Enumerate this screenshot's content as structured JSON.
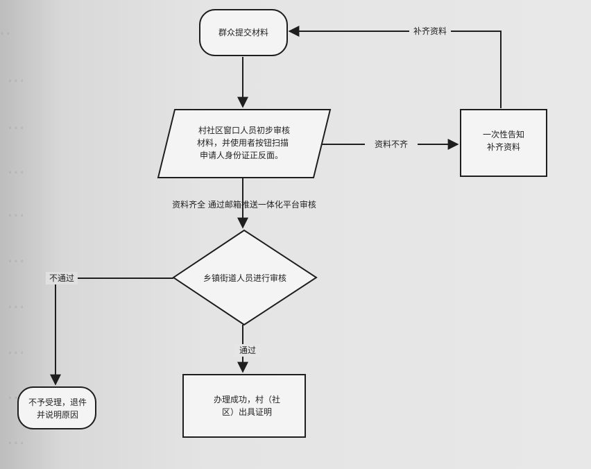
{
  "background_text": [
    "…",
    "…",
    "…",
    "…",
    "…",
    "…",
    "…",
    "…",
    "…",
    "…"
  ],
  "nodes": {
    "start": [
      "群众提交材料"
    ],
    "review": [
      "村社区窗口人员初步审核",
      "材料，并使用者按钮扫描",
      "申请人身份证正反面。"
    ],
    "supplement": [
      "一次性告知",
      "补齐资料"
    ],
    "decision": [
      "乡镇街道人员进行审核"
    ],
    "issue": [
      "办理成功，村（社",
      "区）出具证明"
    ],
    "reject": [
      "不予受理，退件",
      "并说明原因"
    ]
  },
  "edges": {
    "incomplete": "资料不齐",
    "resubmit": "补齐资料",
    "complete": "资料齐全 通过邮箱推送一体化平台审核",
    "pass": "通过",
    "fail": "不通过"
  }
}
